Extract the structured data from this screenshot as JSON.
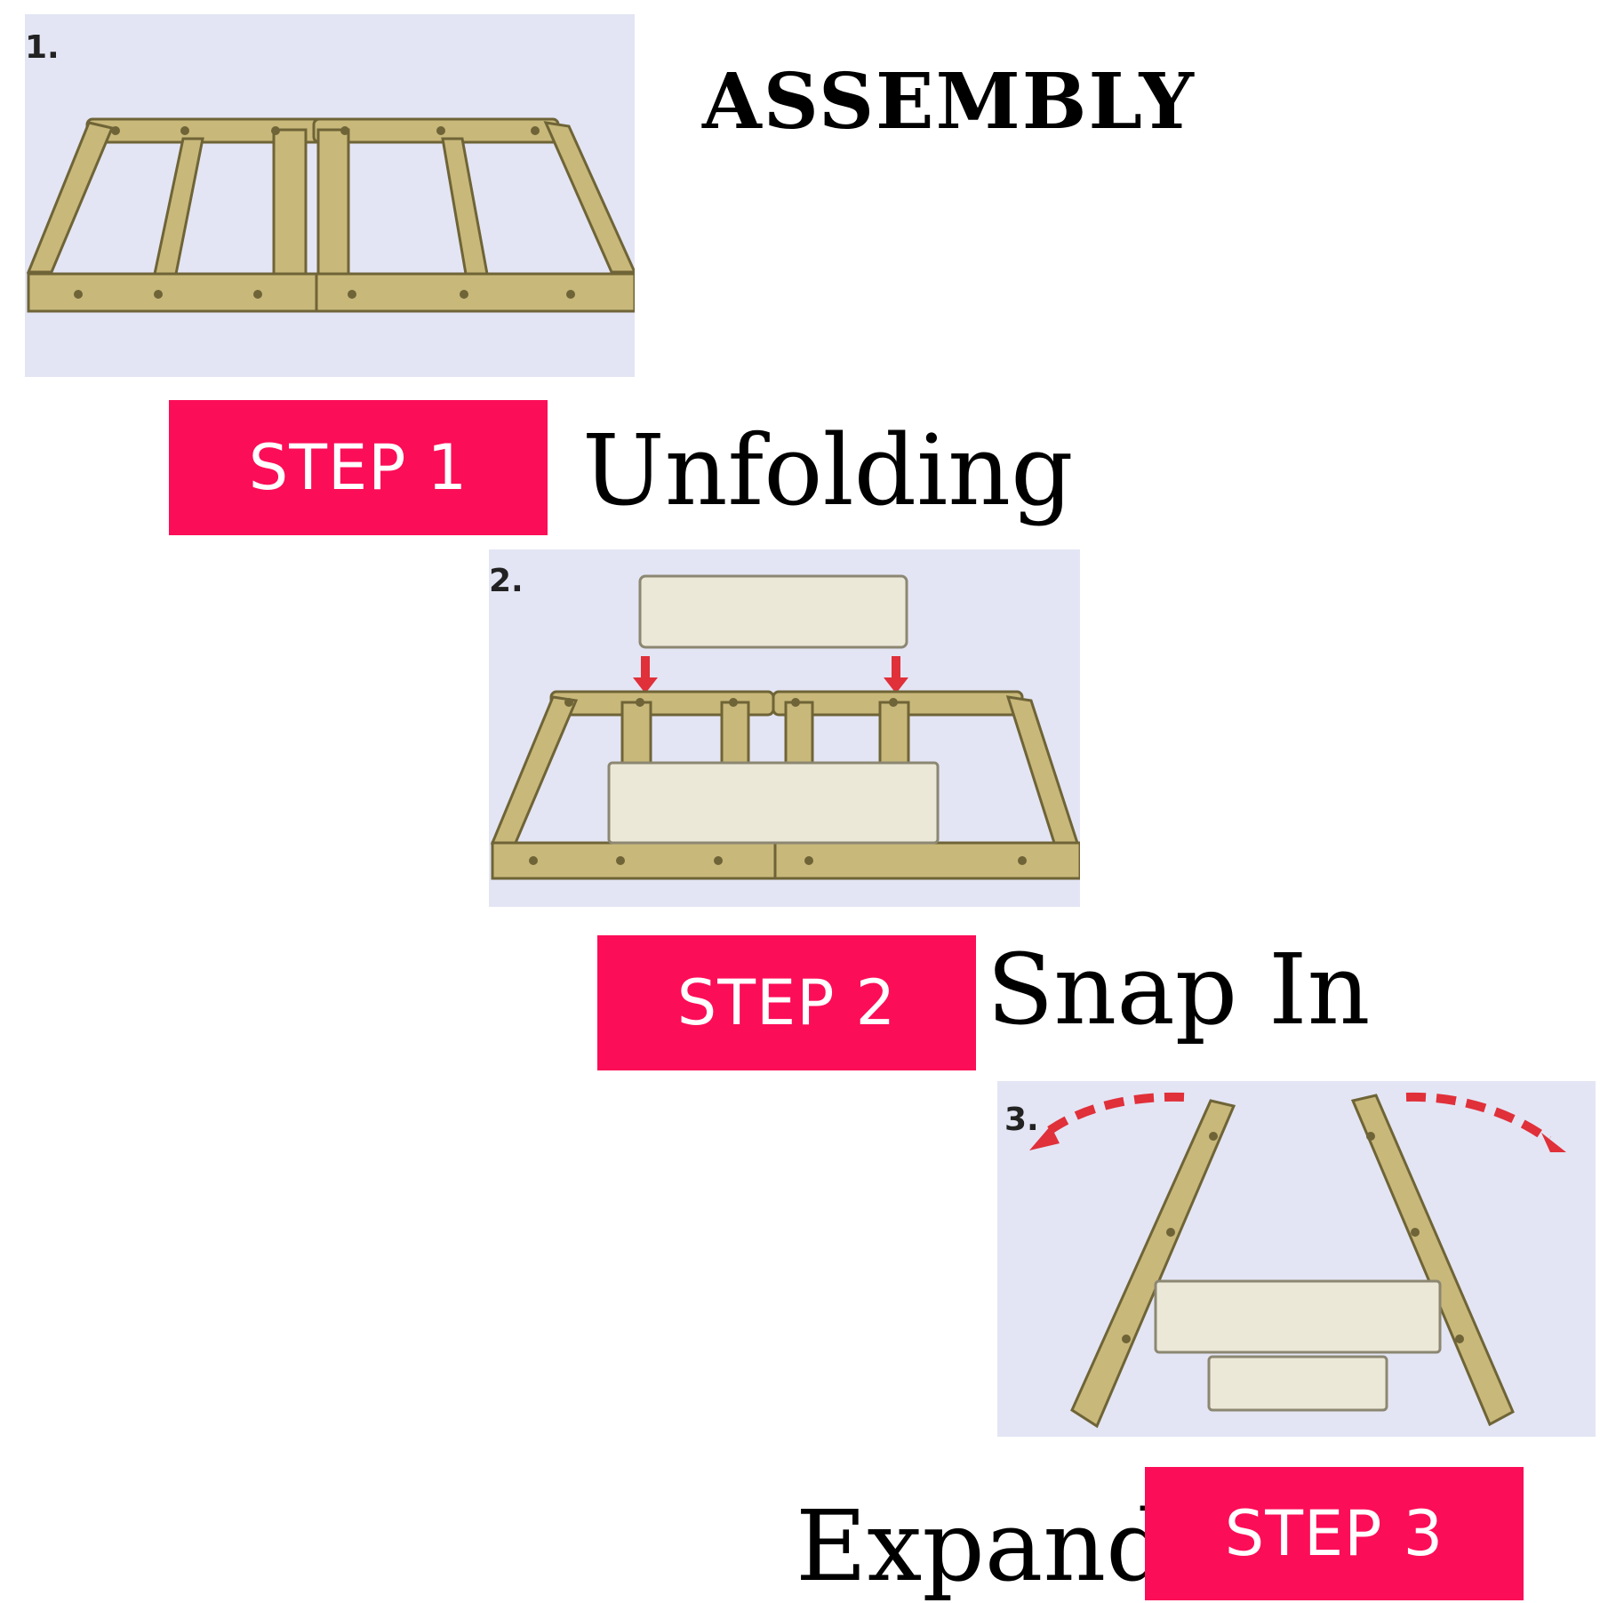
{
  "title": "ASSEMBLY",
  "steps": [
    {
      "number_marker": "1.",
      "badge": "STEP  1",
      "label": "Unfolding"
    },
    {
      "number_marker": "2.",
      "badge": "STEP  2",
      "label": "Snap In"
    },
    {
      "number_marker": "3.",
      "badge": "STEP  3",
      "label": "Expand"
    }
  ],
  "colors": {
    "badge": "#fc0d58",
    "panel_bg": "#e3e5f4",
    "frame_wood": "#c8b87a",
    "frame_edge": "#6f6437",
    "seat_fabric": "#ece8d8",
    "arrow": "#e0303a"
  }
}
